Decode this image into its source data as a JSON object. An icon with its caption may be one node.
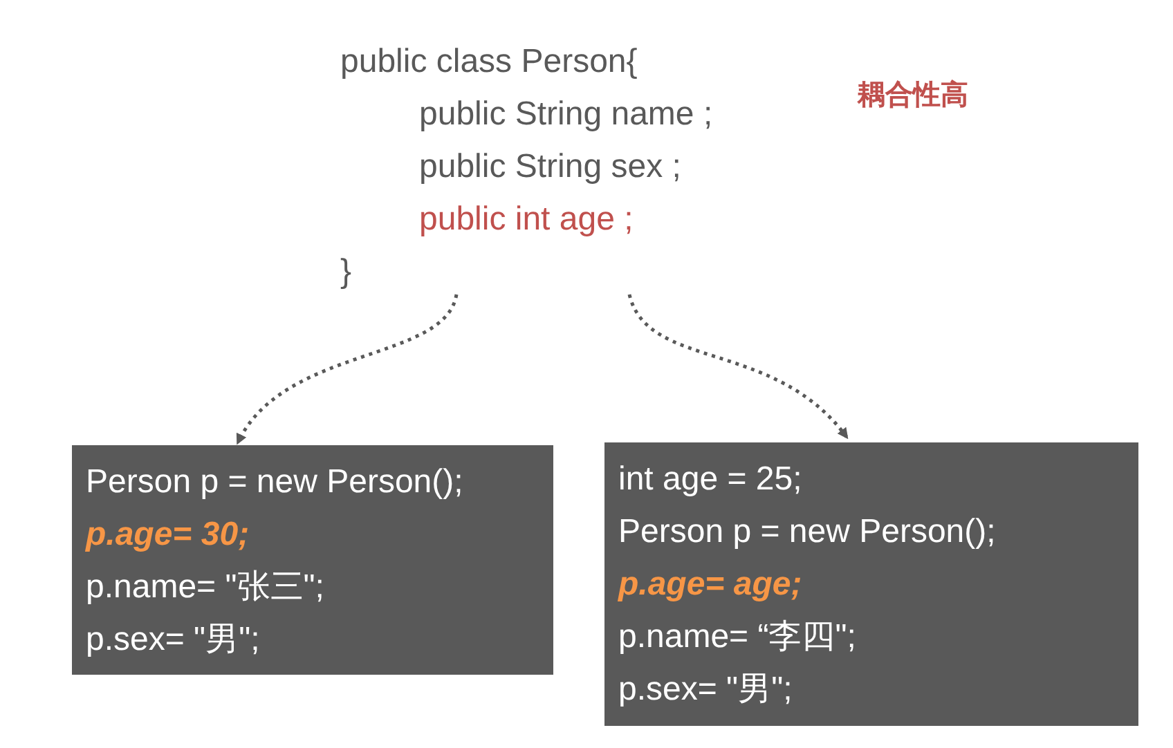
{
  "diagram": {
    "nodes": [
      {
        "text": [
          "public class Person{",
          "public String name ;",
          "public String sex ;",
          "public int age ;",
          "}"
        ]
      },
      {
        "text": [
          "Person p = new Person();",
          "p.age= 30;",
          "p.name= \"张三\";",
          "p.sex= \"男\";"
        ]
      },
      {
        "text": [
          "int age = 25;",
          "Person p = new Person();",
          "p.age= age;",
          "p.name= “李四\";",
          "p.sex= \"男\";"
        ]
      }
    ],
    "edges": [
      {
        "from": 0,
        "to": 1,
        "arrow": "to",
        "style": "dashed"
      },
      {
        "from": 0,
        "to": 2,
        "arrow": "to",
        "style": "dashed"
      }
    ],
    "labels": [
      "耦合性高"
    ]
  }
}
